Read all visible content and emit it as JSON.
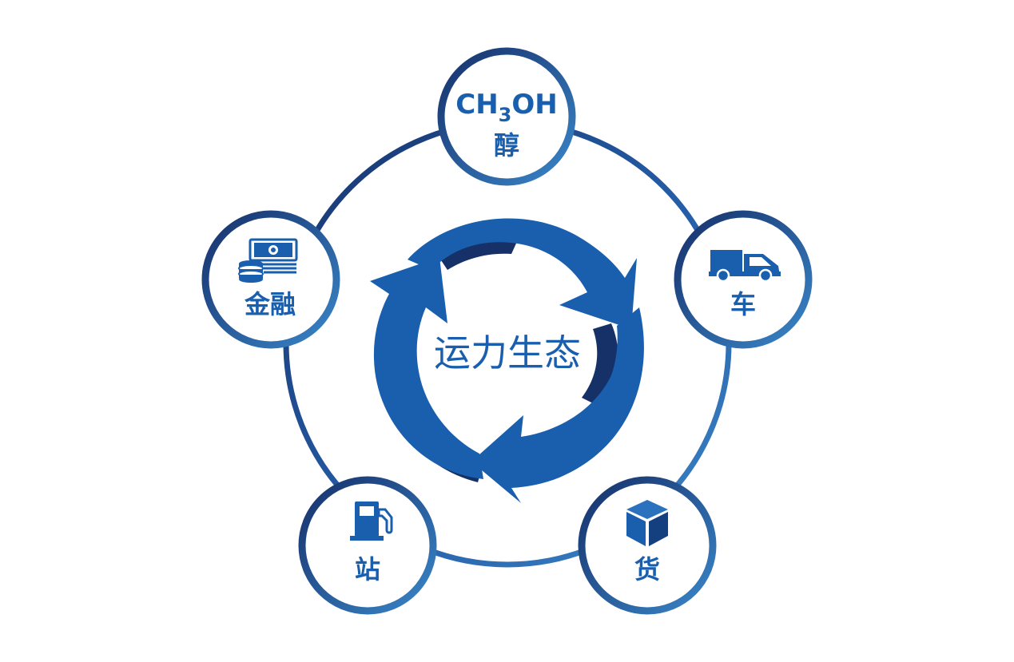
{
  "center": {
    "label": "运力生态"
  },
  "nodes": {
    "methanol": {
      "formula_prefix": "CH",
      "formula_subscript": "3",
      "formula_suffix": "OH",
      "label": "醇",
      "icon": "methanol-formula"
    },
    "vehicle": {
      "label": "车",
      "icon": "truck-icon"
    },
    "cargo": {
      "label": "货",
      "icon": "cube-icon"
    },
    "station": {
      "label": "站",
      "icon": "fuel-pump-icon"
    },
    "finance": {
      "label": "金融",
      "icon": "money-stack-icon"
    }
  },
  "colors": {
    "primary": "#1a5fae",
    "dark": "#16326a",
    "light": "#3a86c8",
    "ring_dark": "#1c3f7a",
    "ring_light": "#3b82c4"
  }
}
